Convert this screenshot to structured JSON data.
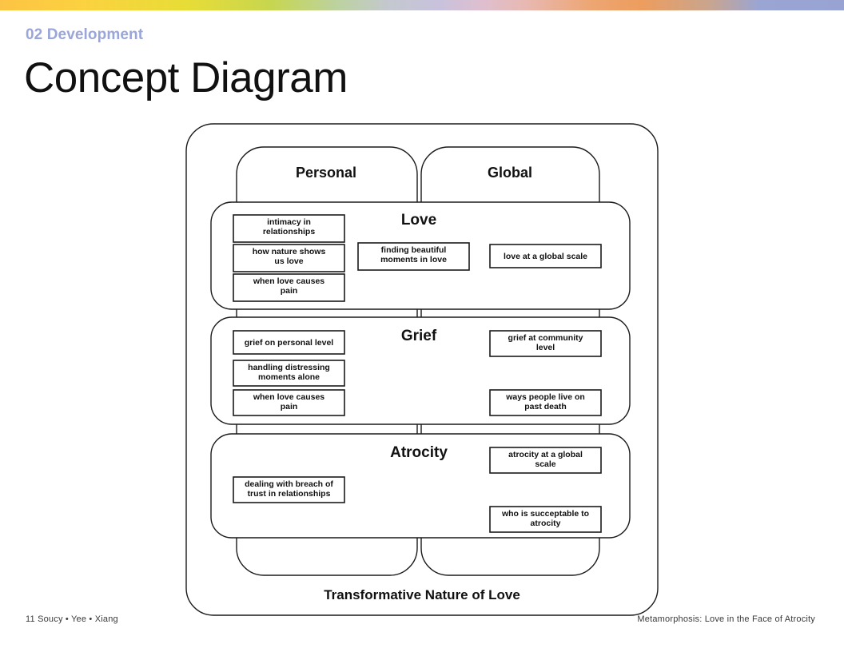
{
  "slide": {
    "eyebrow": "02 Development",
    "title": "Concept Diagram",
    "footer_left": "11  Soucy • Yee • Xiang",
    "footer_right": "Metamorphosis: Love in the Face of Atrocity",
    "accent_colors": {
      "eyebrow": "#9aa6d9",
      "title": "#111111",
      "stroke": "#1a1a1a",
      "background": "#ffffff"
    },
    "gradient_bar_stops": [
      "#fcc444",
      "#e8dd36",
      "#c7d64f",
      "#c4c8cf",
      "#debfd0",
      "#ed9d5e",
      "#98a3d3"
    ]
  },
  "diagram": {
    "outer_label": "Transformative Nature of Love",
    "columns": [
      {
        "id": "personal",
        "label": "Personal"
      },
      {
        "id": "global",
        "label": "Global"
      }
    ],
    "bands": [
      {
        "id": "love",
        "label": "Love",
        "nodes": [
          {
            "id": "love-n1",
            "text": [
              "intimacy in",
              "relationships"
            ],
            "column": "personal"
          },
          {
            "id": "love-n2",
            "text": [
              "how nature shows",
              "us love"
            ],
            "column": "personal"
          },
          {
            "id": "love-n3",
            "text": [
              "when love causes",
              "pain"
            ],
            "column": "personal"
          },
          {
            "id": "love-n4",
            "text": [
              "finding beautiful",
              "moments in love"
            ],
            "column": "shared"
          },
          {
            "id": "love-n5",
            "text": [
              "love at a global scale"
            ],
            "column": "global"
          }
        ]
      },
      {
        "id": "grief",
        "label": "Grief",
        "nodes": [
          {
            "id": "grief-n1",
            "text": [
              "grief on personal level"
            ],
            "column": "personal"
          },
          {
            "id": "grief-n2",
            "text": [
              "handling distressing",
              "moments alone"
            ],
            "column": "personal"
          },
          {
            "id": "grief-n3",
            "text": [
              "when love causes",
              "pain"
            ],
            "column": "personal"
          },
          {
            "id": "grief-n4",
            "text": [
              "grief at community",
              "level"
            ],
            "column": "global"
          },
          {
            "id": "grief-n5",
            "text": [
              "ways people live on",
              "past death"
            ],
            "column": "global"
          }
        ]
      },
      {
        "id": "atrocity",
        "label": "Atrocity",
        "nodes": [
          {
            "id": "atrocity-n1",
            "text": [
              "dealing with breach of",
              "trust in relationships"
            ],
            "column": "personal"
          },
          {
            "id": "atrocity-n2",
            "text": [
              "atrocity at a global",
              "scale"
            ],
            "column": "global"
          },
          {
            "id": "atrocity-n3",
            "text": [
              "who is succeptable to",
              "atrocity"
            ],
            "column": "global"
          }
        ]
      }
    ]
  }
}
